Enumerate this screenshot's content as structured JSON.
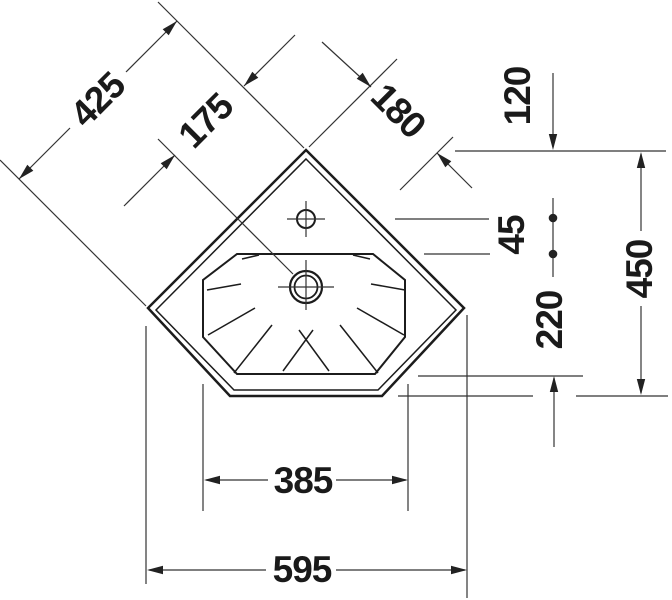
{
  "drawing": {
    "type": "corner-washbasin-technical-drawing",
    "background_color": "#ffffff",
    "outline_color": "#1c1c1c",
    "dimension_line_color": "#333333",
    "label_color": "#1a1a1a",
    "dims": {
      "d425": "425",
      "d175": "175",
      "d180": "180",
      "d120": "120",
      "d45": "45",
      "d450": "450",
      "d220": "220",
      "d385": "385",
      "d595": "595"
    }
  }
}
